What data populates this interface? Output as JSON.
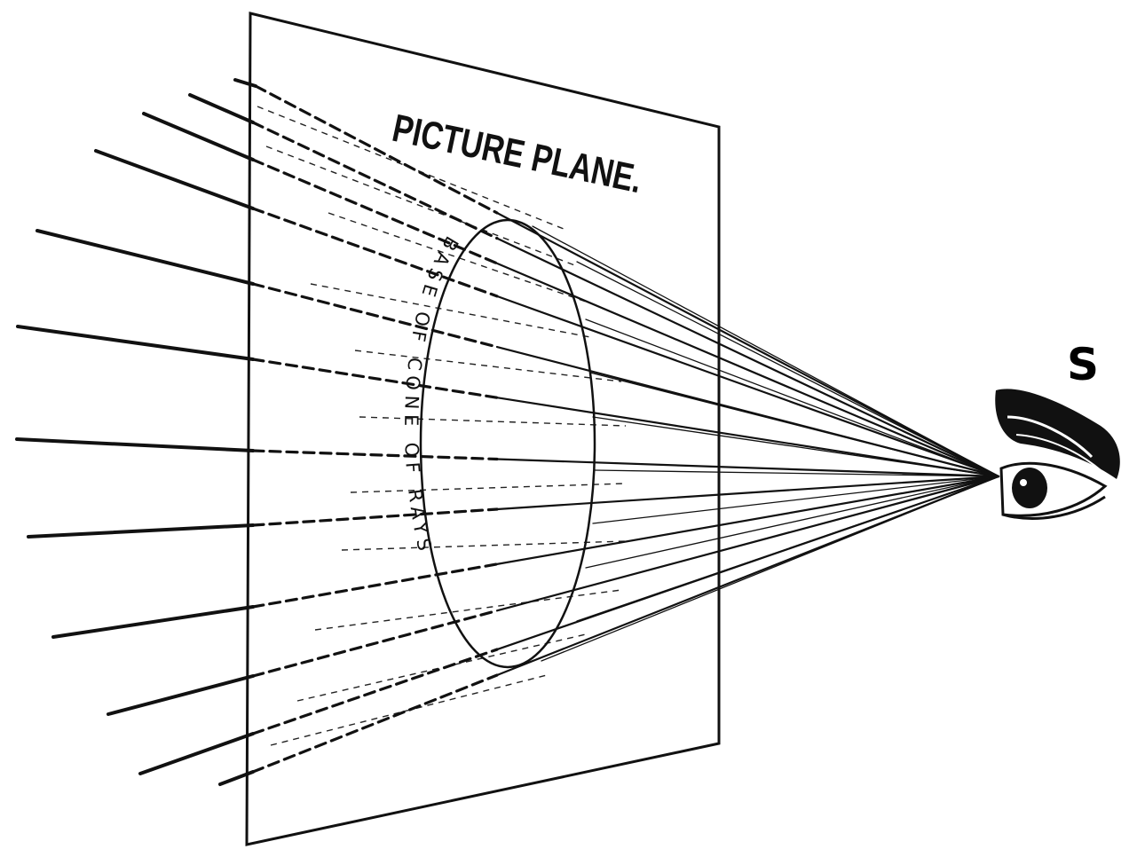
{
  "diagram": {
    "plane_label": "PICTURE PLANE.",
    "base_label": "BASE OF CONE OF RAYS",
    "eye_label": "S"
  }
}
